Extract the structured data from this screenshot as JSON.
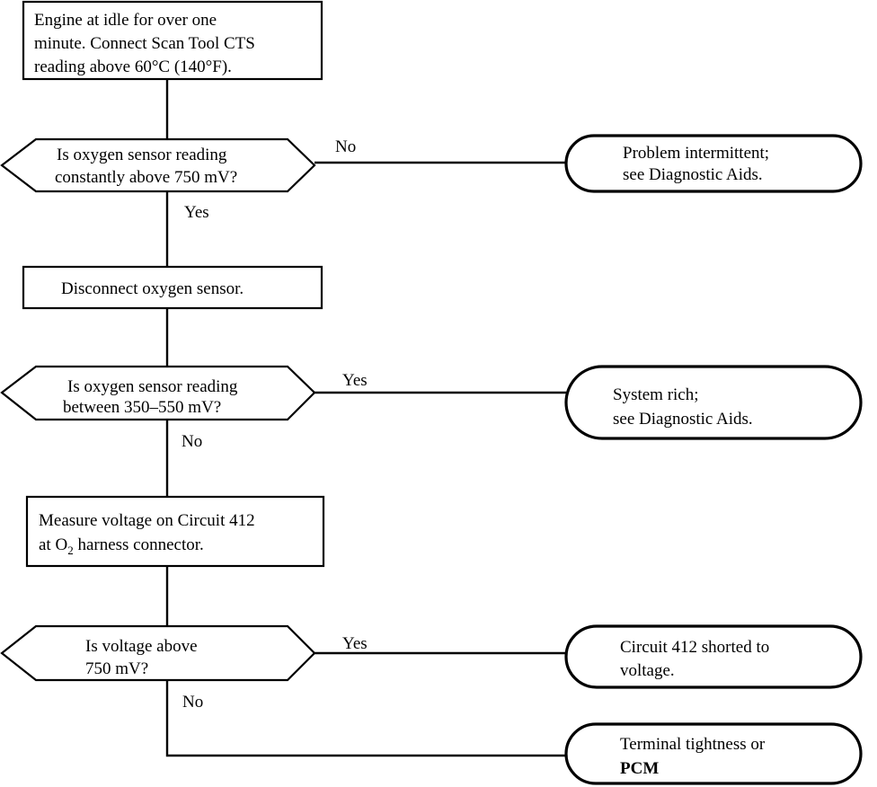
{
  "flowchart": {
    "step1": {
      "line1": "Engine at idle for over one",
      "line2": "minute. Connect Scan Tool CTS",
      "line3": "reading above 60°C (140°F)."
    },
    "decision1": {
      "line1": "Is oxygen sensor reading",
      "line2": "constantly above 750 mV?",
      "no_label": "No",
      "yes_label": "Yes"
    },
    "result1": {
      "line1": "Problem intermittent;",
      "line2": "see Diagnostic Aids."
    },
    "step2": {
      "line1": "Disconnect oxygen sensor."
    },
    "decision2": {
      "line1": "Is oxygen sensor reading",
      "line2": "between 350–550 mV?",
      "yes_label": "Yes",
      "no_label": "No"
    },
    "result2": {
      "line1": "System rich;",
      "line2": "see Diagnostic Aids."
    },
    "step3": {
      "line1": "Measure voltage on Circuit 412",
      "line2_prefix": "at O",
      "line2_sub": "2",
      "line2_suffix": " harness connector."
    },
    "decision3": {
      "line1": "Is voltage above",
      "line2": "750 mV?",
      "yes_label": "Yes",
      "no_label": "No"
    },
    "result3": {
      "line1": "Circuit 412 shorted to",
      "line2": "voltage."
    },
    "result4": {
      "line1": "Terminal tightness or",
      "line2": "PCM"
    }
  }
}
